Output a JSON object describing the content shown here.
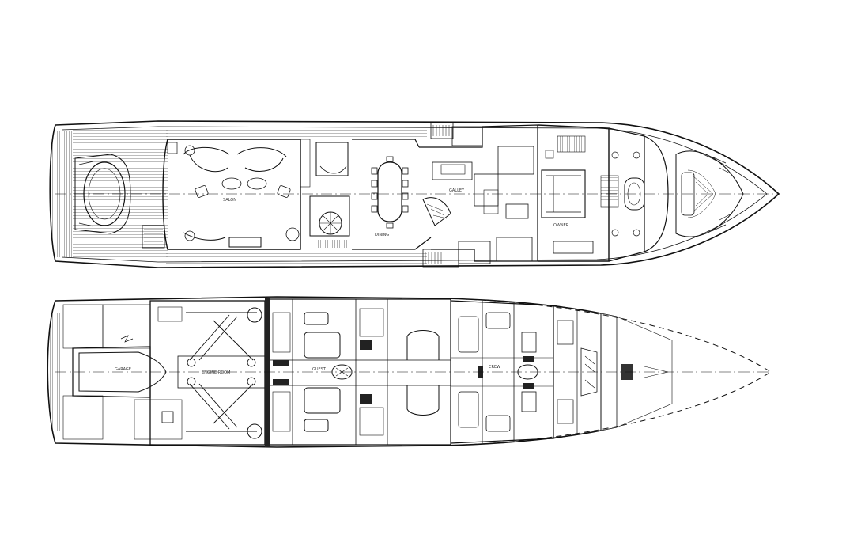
{
  "diagram": {
    "kind": "yacht general arrangement",
    "decks": [
      {
        "id": "main-deck",
        "room_labels": [
          {
            "key": "salon",
            "text": "SALON"
          },
          {
            "key": "dining",
            "text": "DINING"
          },
          {
            "key": "galley",
            "text": "GALLEY"
          },
          {
            "key": "owner",
            "text": "OWNER"
          }
        ]
      },
      {
        "id": "lower-deck",
        "room_labels": [
          {
            "key": "garage",
            "text": "GARAGE"
          },
          {
            "key": "engine_room",
            "text": "ENGINE ROOM"
          },
          {
            "key": "guest",
            "text": "GUEST"
          },
          {
            "key": "crew",
            "text": "CREW"
          }
        ]
      }
    ],
    "colors": {
      "line": "#111111",
      "background": "#ffffff"
    }
  }
}
